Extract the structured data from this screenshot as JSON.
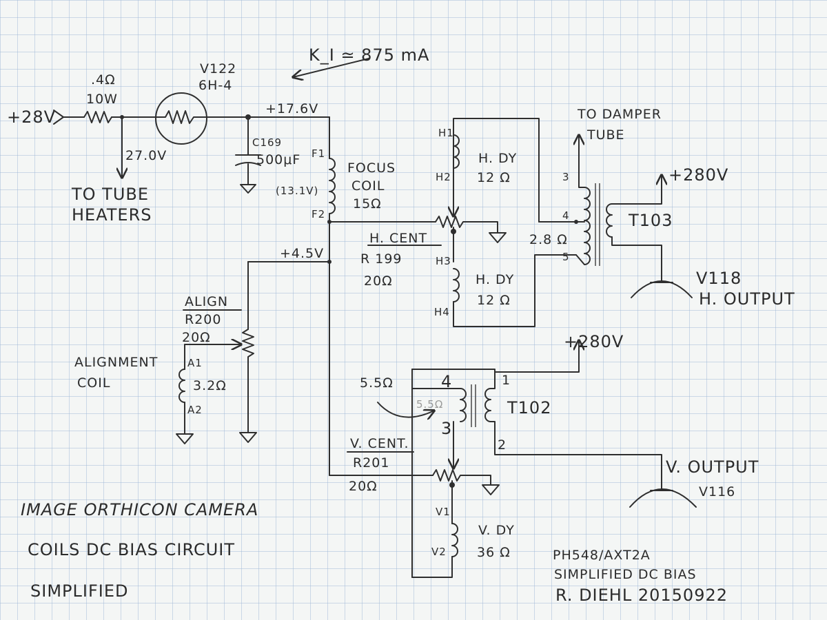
{
  "labels": {
    "current": "K_I ≃ 875 mA",
    "supply_in": "+28V",
    "r_value": ".4Ω",
    "r_power": "10W",
    "v_heater": "27.0V",
    "to_heaters_1": "TO TUBE",
    "to_heaters_2": "HEATERS",
    "tube_name": "V122",
    "tube_type": "6H-4",
    "v176": "+17.6V",
    "c_name": "C169",
    "c_value": "500μF",
    "f1": "F1",
    "focus_1": "FOCUS",
    "focus_2": "COIL",
    "focus_3": "15Ω",
    "v131": "(13.1V)",
    "f2": "F2",
    "v45": "+4.5V",
    "hcent": "H. CENT",
    "r199": "R 199",
    "r199v": "20Ω",
    "h1": "H1",
    "h2": "H2",
    "h3": "H3",
    "h4": "H4",
    "hdy1": "H. DY",
    "hdy1v": "12 Ω",
    "hdy2": "H. DY",
    "hdy2v": "12 Ω",
    "damper_1": "TO DAMPER",
    "damper_2": "TUBE",
    "p3": "3",
    "p4": "4",
    "p5": "5",
    "r28": "2.8 Ω",
    "t103": "T103",
    "hv1": "+280V",
    "v118": "V118",
    "hout": "H. OUTPUT",
    "align": "ALIGN",
    "r200": "R200",
    "r200v": "20Ω",
    "acoil_1": "ALIGNMENT",
    "acoil_2": "COIL",
    "a1": "A1",
    "a2": "A2",
    "a32": "3.2Ω",
    "hv2": "+280V",
    "r55": "5.5Ω",
    "r55b": "5.5Ω",
    "t4": "4",
    "t3": "3",
    "t1": "1",
    "t2": "2",
    "t102": "T102",
    "vcent": "V. CENT.",
    "r201": "R201",
    "r201v": "20Ω",
    "vout": "V. OUTPUT",
    "v116": "V116",
    "v1": "V1",
    "v2": "V2",
    "vdy": "V. DY",
    "vdyv": "36 Ω",
    "title_1": "IMAGE ORTHICON CAMERA",
    "title_2": "COILS DC BIAS CIRCUIT",
    "title_3": "SIMPLIFIED",
    "sig_1": "PH548/AXT2A",
    "sig_2": "SIMPLIFIED DC BIAS",
    "sig_3": "R. DIEHL 20150922"
  }
}
